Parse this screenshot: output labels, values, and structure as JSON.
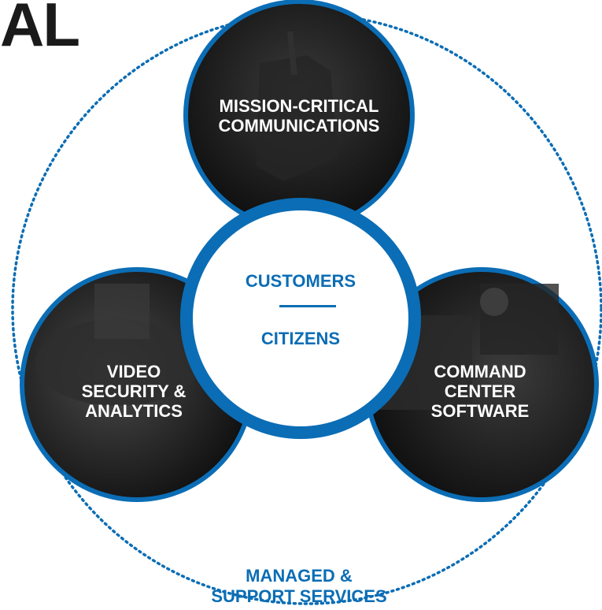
{
  "colors": {
    "accent": "#0b6db5",
    "dark_fill": "#1c1c1c",
    "heading": "#1a1a1a",
    "white": "#ffffff"
  },
  "heading": "AL",
  "nodes": {
    "top": {
      "line1": "MISSION-CRITICAL",
      "line2": "COMMUNICATIONS"
    },
    "left": {
      "line1": "VIDEO",
      "line2": "SECURITY &",
      "line3": "ANALYTICS"
    },
    "right": {
      "line1": "COMMAND",
      "line2": "CENTER",
      "line3": "SOFTWARE"
    }
  },
  "center": {
    "line1": "CUSTOMERS",
    "line2": "CITIZENS"
  },
  "outer": {
    "line1": "MANAGED &",
    "line2": "SUPPORT SERVICES"
  }
}
